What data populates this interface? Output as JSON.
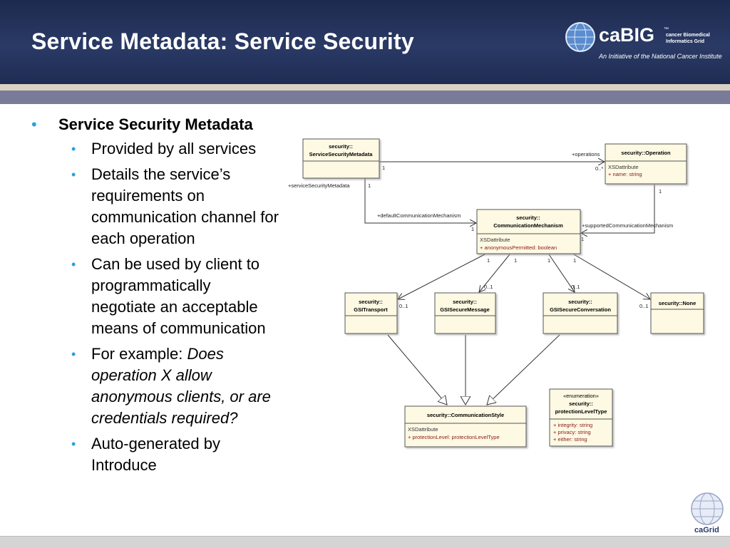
{
  "slide": {
    "title": "Service Metadata: Service Security",
    "logo": {
      "name": "caBIG",
      "tagline_line1": "cancer Biomedical",
      "tagline_line2": "Informatics Grid",
      "trademark": "™",
      "initiative": "An Initiative of the National Cancer Institute"
    },
    "footer_logo": {
      "label": "caGrid"
    }
  },
  "bullets": {
    "main": "Service Security Metadata",
    "sub1": "Provided by all services",
    "sub2_lines": [
      "Details the service’s",
      "requirements on",
      "communication channel for",
      "each operation"
    ],
    "sub3_lines": [
      "Can be used by client to",
      "programmatically",
      "negotiate an acceptable",
      "means of communication"
    ],
    "sub4_prefix": "For example: ",
    "sub4_italic_lines": [
      "Does",
      "operation X allow",
      "anonymous clients, or are",
      "credentials required?"
    ],
    "sub5_lines": [
      "Auto-generated by",
      "Introduce"
    ]
  },
  "diagram": {
    "classes": {
      "ssm": {
        "line1": "security::",
        "line2": "ServiceSecurityMetadata"
      },
      "operation": {
        "name": "security::Operation",
        "stereo": "XSDattribute",
        "attr": "+    name:  string"
      },
      "cm": {
        "line1": "security::",
        "line2": "CommunicationMechanism",
        "stereo": "XSDattribute",
        "attr": "+    anonymousPermitted:  boolean"
      },
      "gsitransport": {
        "line1": "security::",
        "line2": "GSITransport"
      },
      "gsimsg": {
        "line1": "security::",
        "line2": "GSISecureMessage"
      },
      "gsiconv": {
        "line1": "security::",
        "line2": "GSISecureConversation"
      },
      "none": {
        "name": "security::None"
      },
      "cs": {
        "name": "security::CommunicationStyle",
        "stereo": "XSDattribute",
        "attr": "+    protectionLevel:  protectionLevelType"
      },
      "plt": {
        "line1": "«enumeration»",
        "line2": "security::",
        "line3": "protectionLevelType",
        "lit1": "+    integrity:  string",
        "lit2": "+    privacy:  string",
        "lit3": "+    either:  string"
      }
    },
    "labels": {
      "operations": "+operations",
      "ssm_role": "+serviceSecurityMetadata",
      "default_cm": "+defaultCommunicationMechanism",
      "supported_cm": "+supportedCommunicationMechanism"
    },
    "mult": {
      "one": "1",
      "many": "0..*",
      "optional": "0..1"
    }
  }
}
